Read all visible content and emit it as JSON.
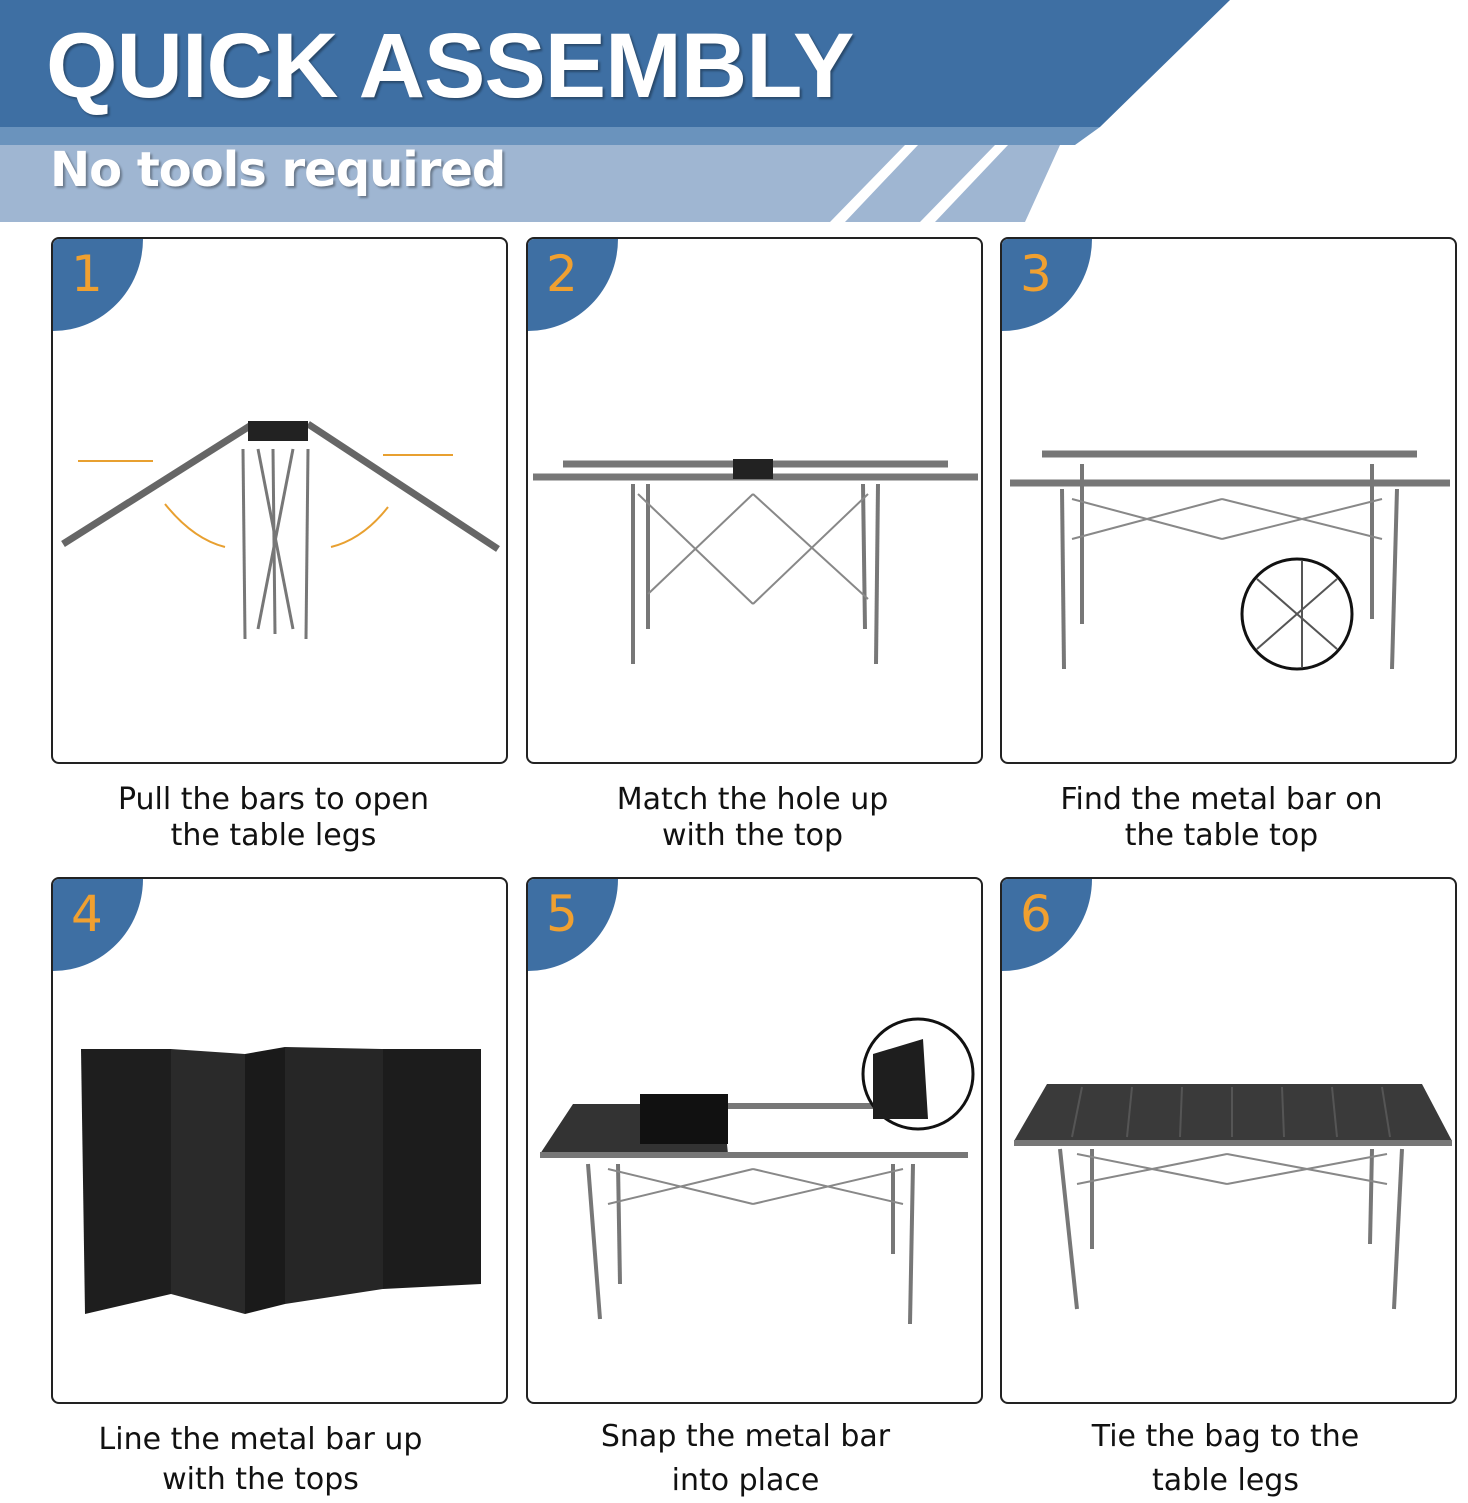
{
  "header": {
    "title": "QUICK ASSEMBLY",
    "subtitle": "No tools required"
  },
  "colors": {
    "dark_blue": "#3e6fa3",
    "mid_blue": "#6a93bd",
    "light_blue": "#9fb6d2",
    "number": "#f0a030"
  },
  "steps": [
    {
      "number": "1",
      "line1": "Pull the bars to open",
      "line2": "the table legs"
    },
    {
      "number": "2",
      "line1": "Match the hole up",
      "line2": "with the top"
    },
    {
      "number": "3",
      "line1": "Find the metal bar on",
      "line2": "the table top"
    },
    {
      "number": "4",
      "line1": "Line the metal bar up",
      "line2": "with the tops"
    },
    {
      "number": "5",
      "line1": "Snap the metal bar",
      "line2": "into place"
    },
    {
      "number": "6",
      "line1": "Tie the bag to the",
      "line2": "table legs"
    }
  ]
}
